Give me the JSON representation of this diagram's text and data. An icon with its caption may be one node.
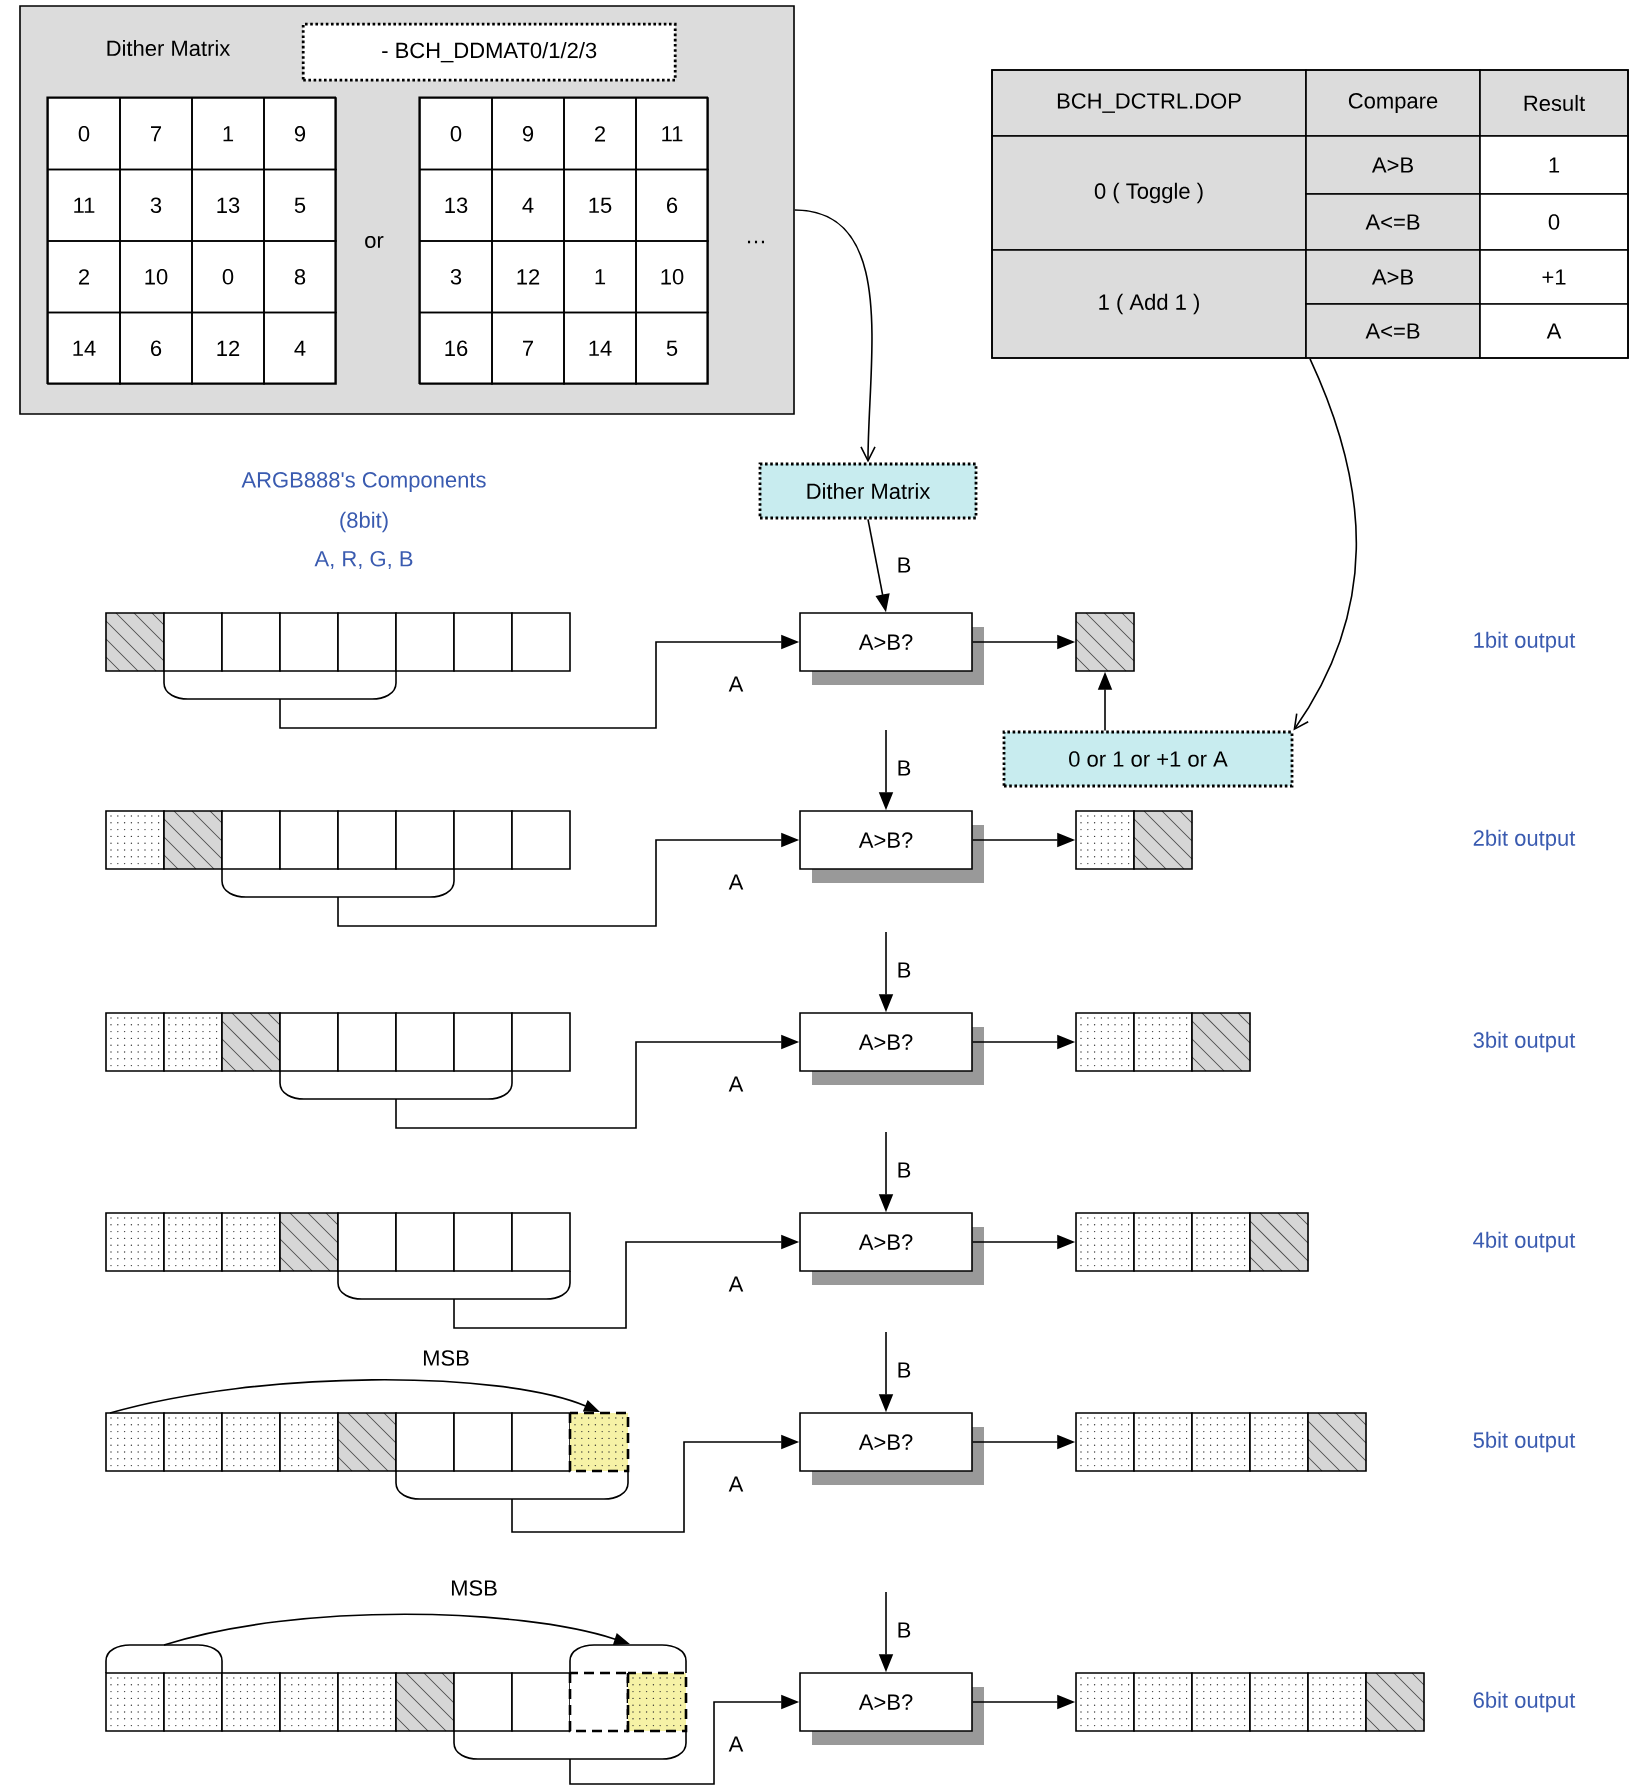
{
  "diagram": {
    "nodes": [
      {
        "text": [
          "Dither Matrix"
        ]
      },
      {
        "text": [
          "- BCH_DDMAT0/1/2/3"
        ],
        "in": 0
      },
      {
        "text": [
          "0",
          "7",
          "1",
          "9",
          "11",
          "3",
          "13",
          "5",
          "2",
          "10",
          "0",
          "8",
          "14",
          "6",
          "12",
          "4"
        ],
        "in": 0
      },
      {
        "text": [
          "0",
          "9",
          "2",
          "11",
          "13",
          "4",
          "15",
          "6",
          "3",
          "12",
          "1",
          "10",
          "16",
          "7",
          "14",
          "5"
        ],
        "in": 0
      },
      {
        "text": [
          "BCH_DCTRL.DOP",
          "Compare",
          "Result",
          "0 ( Toggle )",
          "A>B",
          "1",
          "A<=B",
          "0",
          "1 ( Add 1 )",
          "A>B",
          "+1",
          "A<=B",
          "A"
        ]
      },
      {
        "text": [
          "Dither Matrix"
        ]
      },
      {
        "text": [
          "0 or 1 or +1 or A"
        ]
      },
      {
        "text": [],
        "shape": "bar"
      },
      {
        "text": [
          "A>B?"
        ]
      },
      {
        "text": [],
        "shape": "bar"
      },
      {
        "text": [],
        "shape": "bar"
      },
      {
        "text": [
          "A>B?"
        ]
      },
      {
        "text": [],
        "shape": "bar"
      },
      {
        "text": [],
        "shape": "bar"
      },
      {
        "text": [
          "A>B?"
        ]
      },
      {
        "text": [],
        "shape": "bar"
      },
      {
        "text": [],
        "shape": "bar"
      },
      {
        "text": [
          "A>B?"
        ]
      },
      {
        "text": [],
        "shape": "bar"
      },
      {
        "text": [],
        "shape": "bar"
      },
      {
        "text": [
          "A>B?"
        ]
      },
      {
        "text": [],
        "shape": "bar"
      },
      {
        "text": [],
        "shape": "bar"
      },
      {
        "text": [
          "A>B?"
        ]
      },
      {
        "text": [],
        "shape": "bar"
      }
    ],
    "edges": [
      {
        "from": 0,
        "to": 5,
        "arrow": "to"
      },
      {
        "from": 4,
        "to": 6,
        "arrow": "to"
      },
      {
        "from": 5,
        "to": 8,
        "arrow": "to",
        "label": "B"
      },
      {
        "from": 6,
        "to": 9,
        "arrow": "to"
      },
      {
        "from": 7,
        "to": 8,
        "arrow": "to",
        "label": "A"
      },
      {
        "from": 8,
        "to": 9,
        "arrow": "to"
      },
      {
        "from": null,
        "to": 11,
        "arrow": "to",
        "label": "B"
      },
      {
        "from": 10,
        "to": 11,
        "arrow": "to",
        "label": "A"
      },
      {
        "from": 11,
        "to": 12,
        "arrow": "to"
      },
      {
        "from": null,
        "to": 14,
        "arrow": "to",
        "label": "B"
      },
      {
        "from": 13,
        "to": 14,
        "arrow": "to",
        "label": "A"
      },
      {
        "from": 14,
        "to": 15,
        "arrow": "to"
      },
      {
        "from": null,
        "to": 17,
        "arrow": "to",
        "label": "B"
      },
      {
        "from": 16,
        "to": 17,
        "arrow": "to",
        "label": "A"
      },
      {
        "from": 17,
        "to": 18,
        "arrow": "to"
      },
      {
        "from": null,
        "to": 20,
        "arrow": "to",
        "label": "B"
      },
      {
        "from": 19,
        "to": 20,
        "arrow": "to",
        "label": "A"
      },
      {
        "from": 20,
        "to": 21,
        "arrow": "to"
      },
      {
        "from": null,
        "to": 23,
        "arrow": "to",
        "label": "B"
      },
      {
        "from": 22,
        "to": 23,
        "arrow": "to",
        "label": "A"
      },
      {
        "from": 23,
        "to": 24,
        "arrow": "to"
      }
    ],
    "labels": [
      "or",
      "…",
      "ARGB888's Components",
      "(8bit)",
      "A, R, G, B",
      "1bit output",
      "2bit output",
      "3bit output",
      "4bit output",
      "MSB",
      "5bit output",
      "MSB",
      "6bit output"
    ]
  }
}
